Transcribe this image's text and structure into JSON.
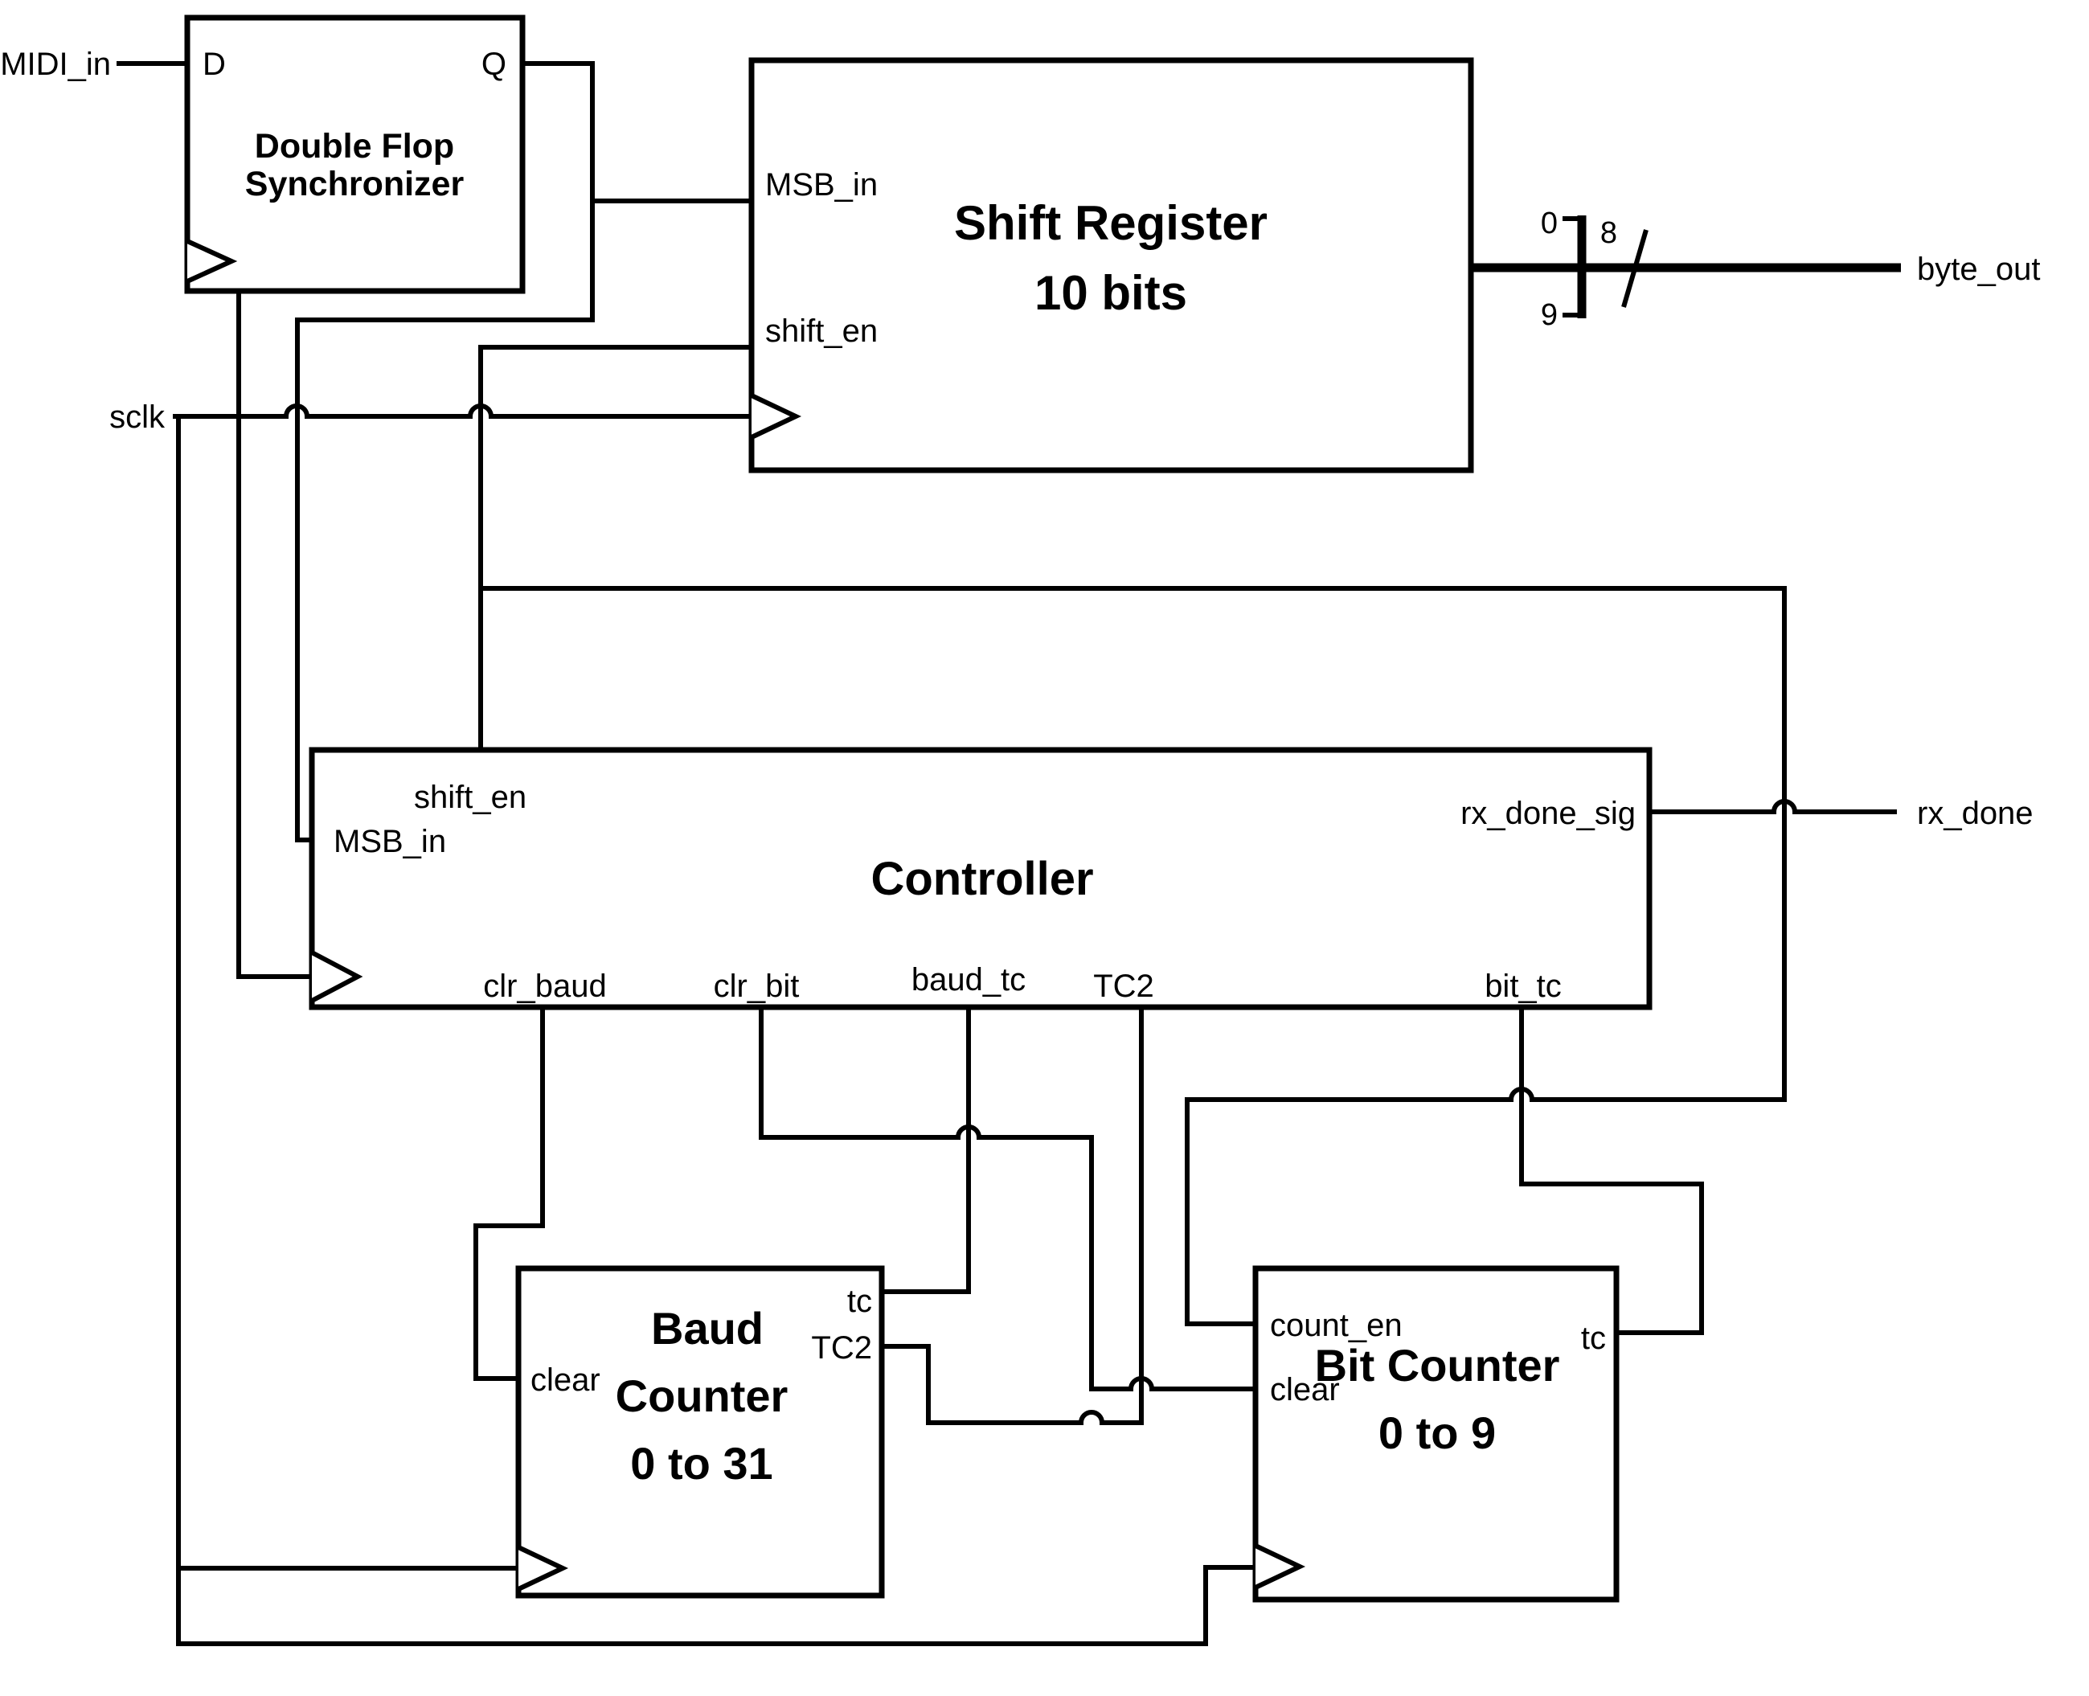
{
  "diagram": {
    "type": "logic-block-diagram",
    "line_color": "#000000",
    "background": "#ffffff"
  },
  "blocks": {
    "sync": {
      "title_line1": "Double Flop",
      "title_line2": "Synchronizer",
      "port_d": "D",
      "port_q": "Q"
    },
    "shift_register": {
      "title_line1": "Shift Register",
      "title_line2": "10 bits",
      "port_msb_in": "MSB_in",
      "port_shift_en": "shift_en"
    },
    "controller": {
      "title": "Controller",
      "port_shift_en": "shift_en",
      "port_msb_in": "MSB_in",
      "port_clr_baud": "clr_baud",
      "port_clr_bit": "clr_bit",
      "port_baud_tc": "baud_tc",
      "port_tc2": "TC2",
      "port_bit_tc": "bit_tc",
      "port_rx_done_sig": "rx_done_sig"
    },
    "baud_counter": {
      "title_line1": "Baud",
      "title_line2": "Counter",
      "title_line3": "0 to 31",
      "port_clear": "clear",
      "port_tc": "tc",
      "port_tc2": "TC2"
    },
    "bit_counter": {
      "title_line1": "Bit Counter",
      "title_line2": "0 to 9",
      "port_count_en": "count_en",
      "port_clear": "clear",
      "port_tc": "tc"
    }
  },
  "signals": {
    "midi_in": "MIDI_in",
    "sclk": "sclk",
    "byte_out": "byte_out",
    "rx_done": "rx_done",
    "bus_bit_high": "0",
    "bus_bit_low": "9",
    "bus_width": "8"
  }
}
